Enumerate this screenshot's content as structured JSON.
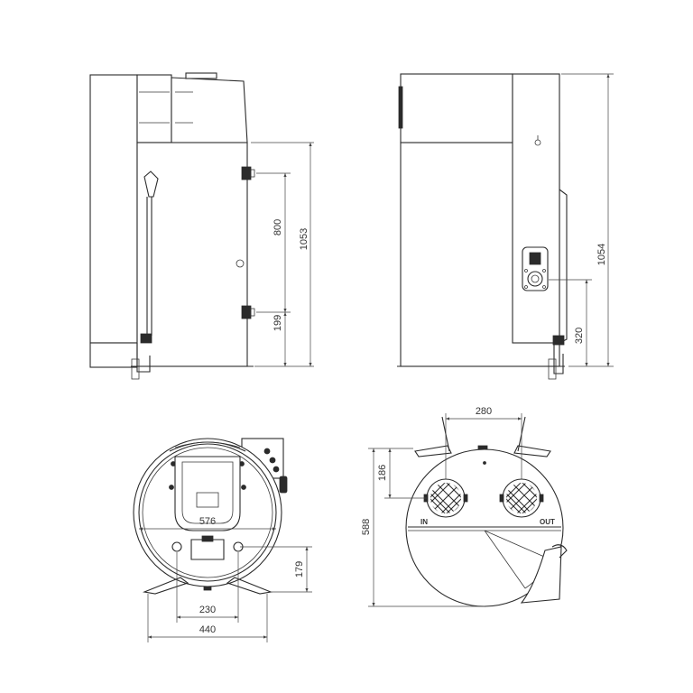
{
  "views": {
    "side": {
      "dim_total_height": "1053",
      "dim_pipe_spacing": "800",
      "dim_lower_pipe": "199"
    },
    "back": {
      "dim_total_height": "1054",
      "dim_panel_height": "320"
    },
    "top": {
      "dim_inner_diameter": "576",
      "dim_outlet_height": "179",
      "dim_inner_feet": "230",
      "dim_outer_feet": "440"
    },
    "bottom": {
      "dim_duct_spacing": "280",
      "dim_duct_offset": "186",
      "dim_total_depth": "588",
      "label_in": "IN",
      "label_out": "OUT"
    }
  },
  "colors": {
    "line": "#2b2b2b",
    "dimension": "#444444",
    "background": "#ffffff"
  }
}
